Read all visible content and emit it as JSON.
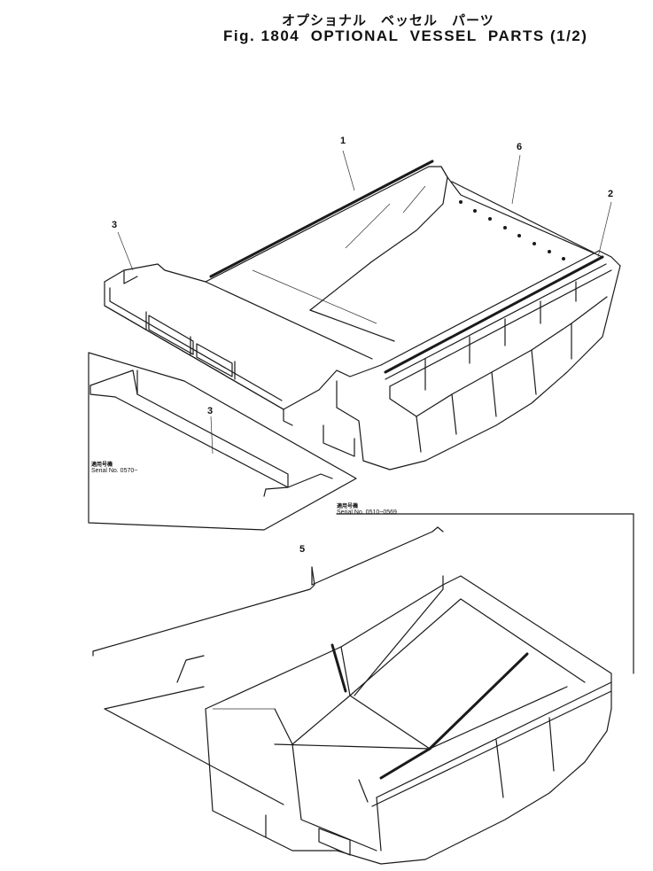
{
  "title": {
    "japanese": "オプショナル　ベッセル　パーツ",
    "english": "Fig. 1804  OPTIONAL  VESSEL  PARTS (1/2)"
  },
  "callouts": {
    "c1": "1",
    "c2": "2",
    "c3_top": "3",
    "c3_mid": "3",
    "c5": "5",
    "c6": "6"
  },
  "serial_notes": {
    "liner": {
      "japanese": "適用号機",
      "english": "Serial No. 0570~"
    },
    "vessel": {
      "japanese": "適用号機",
      "english": "Serial No. 0510~0569"
    }
  },
  "colors": {
    "ink": "#1a1a1a",
    "paper": "#ffffff"
  }
}
